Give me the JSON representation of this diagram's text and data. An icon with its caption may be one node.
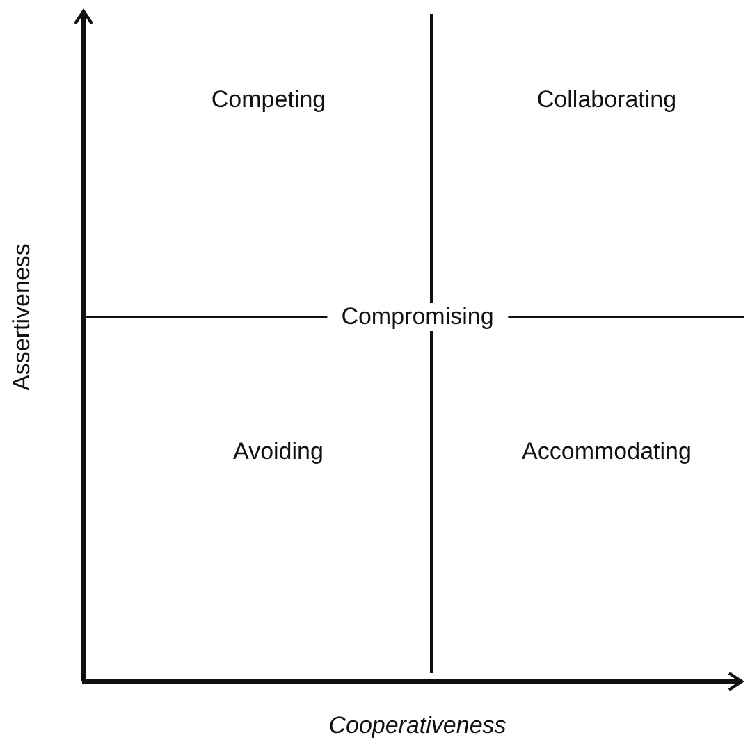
{
  "diagram": {
    "labels": [
      "Competing",
      "Collaborating",
      "Assertiveness",
      "Compromising",
      "Avoiding",
      "Accommodating",
      "Cooperativeness"
    ]
  }
}
